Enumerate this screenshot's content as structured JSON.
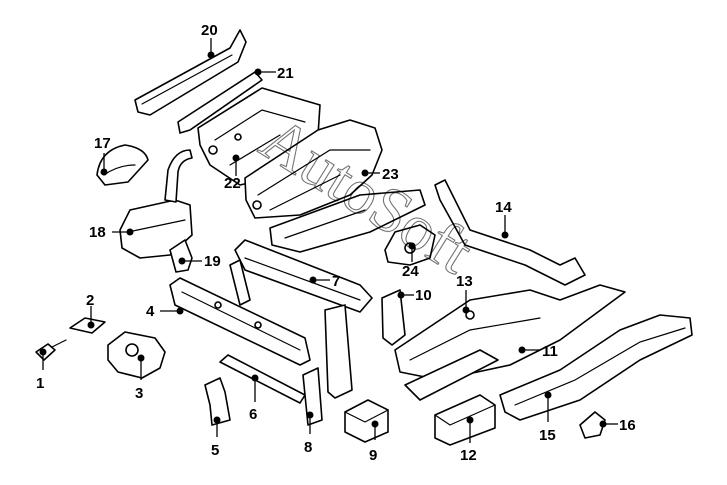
{
  "watermark": "AutoSoft",
  "callouts": [
    {
      "id": "1",
      "label": "1"
    },
    {
      "id": "2",
      "label": "2"
    },
    {
      "id": "3",
      "label": "3"
    },
    {
      "id": "4",
      "label": "4"
    },
    {
      "id": "5",
      "label": "5"
    },
    {
      "id": "6",
      "label": "6"
    },
    {
      "id": "7",
      "label": "7"
    },
    {
      "id": "8",
      "label": "8"
    },
    {
      "id": "9",
      "label": "9"
    },
    {
      "id": "10",
      "label": "10"
    },
    {
      "id": "11",
      "label": "11"
    },
    {
      "id": "12",
      "label": "12"
    },
    {
      "id": "13",
      "label": "13"
    },
    {
      "id": "14",
      "label": "14"
    },
    {
      "id": "15",
      "label": "15"
    },
    {
      "id": "16",
      "label": "16"
    },
    {
      "id": "17",
      "label": "17"
    },
    {
      "id": "18",
      "label": "18"
    },
    {
      "id": "19",
      "label": "19"
    },
    {
      "id": "20",
      "label": "20"
    },
    {
      "id": "21",
      "label": "21"
    },
    {
      "id": "22",
      "label": "22"
    },
    {
      "id": "23",
      "label": "23"
    },
    {
      "id": "24",
      "label": "24"
    }
  ]
}
